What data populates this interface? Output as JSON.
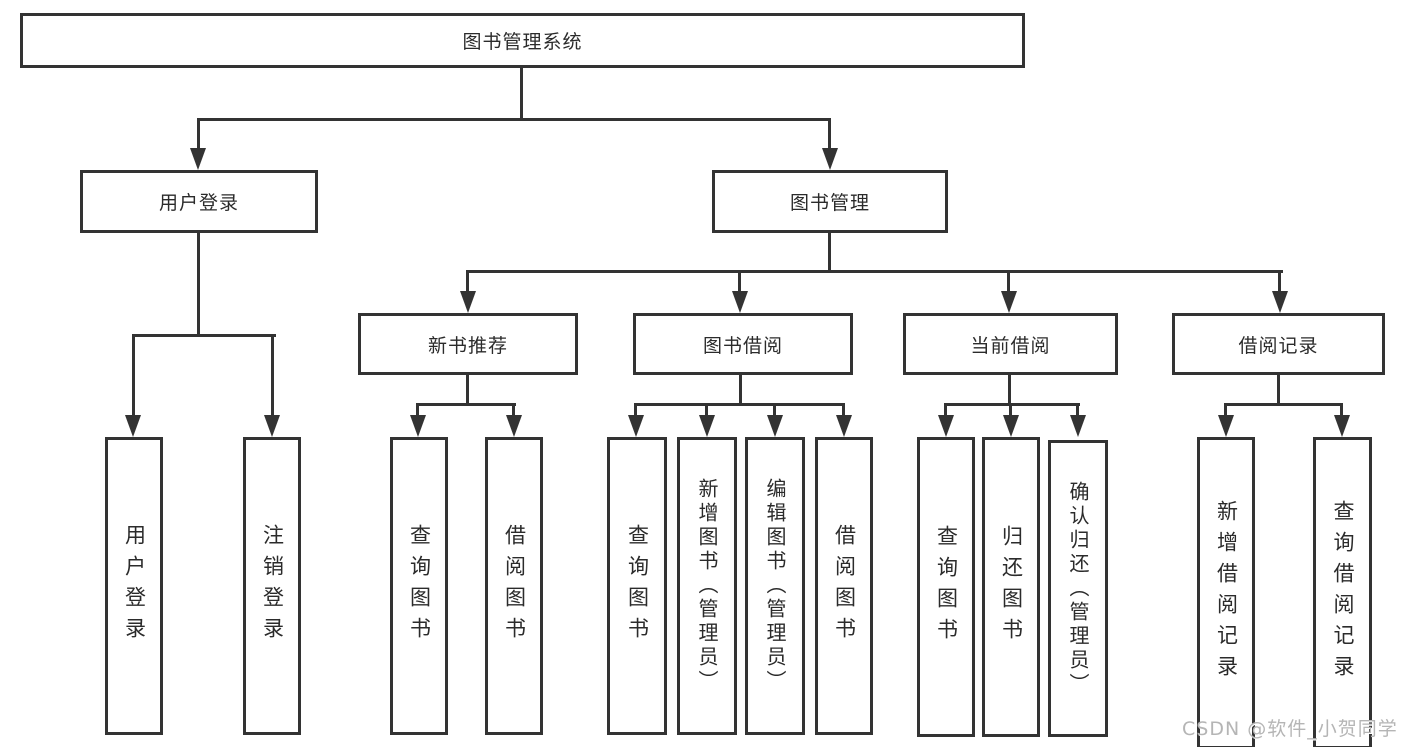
{
  "diagram": {
    "root": {
      "label": "图书管理系统"
    },
    "branches": [
      {
        "label": "用户登录",
        "children": [
          {
            "label": "用户登录"
          },
          {
            "label": "注销登录"
          }
        ]
      },
      {
        "label": "图书管理",
        "children": [
          {
            "label": "新书推荐",
            "children": [
              {
                "label": "查询图书"
              },
              {
                "label": "借阅图书"
              }
            ]
          },
          {
            "label": "图书借阅",
            "children": [
              {
                "label": "查询图书"
              },
              {
                "label": "新增图书（管理员）"
              },
              {
                "label": "编辑图书（管理员）"
              },
              {
                "label": "借阅图书"
              }
            ]
          },
          {
            "label": "当前借阅",
            "children": [
              {
                "label": "查询图书"
              },
              {
                "label": "归还图书"
              },
              {
                "label": "确认归还（管理员）"
              }
            ]
          },
          {
            "label": "借阅记录",
            "children": [
              {
                "label": "新增借阅记录"
              },
              {
                "label": "查询借阅记录"
              }
            ]
          }
        ]
      }
    ]
  },
  "watermark": {
    "text": "CSDN @软件_小贺同学"
  },
  "colors": {
    "line": "#333333",
    "box_border": "#333333",
    "text": "#2b2b2b",
    "watermark": "#b5b5b5",
    "background": "#ffffff"
  }
}
